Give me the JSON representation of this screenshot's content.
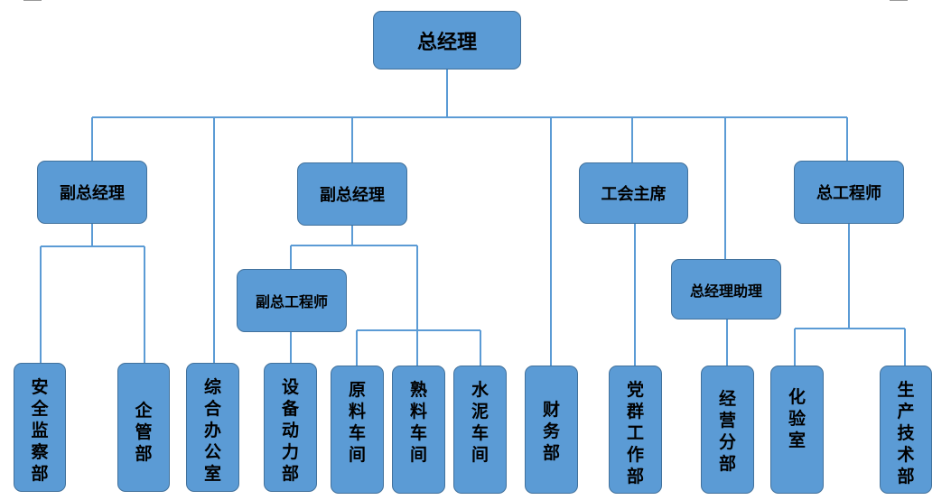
{
  "chart_data": {
    "type": "org-chart",
    "root": "总经理",
    "level1": [
      "副总经理",
      "副总经理",
      "工会主席",
      "总工程师",
      "总经理助理"
    ],
    "level2": [
      "副总工程师"
    ],
    "departments": [
      "安全监察部",
      "企管部",
      "综合办公室",
      "设备动力部",
      "原料车间",
      "熟料车间",
      "水泥车间",
      "财务部",
      "党群工作部",
      "经营分部",
      "化验室",
      "生产技术部"
    ]
  },
  "colors": {
    "box": "#5b9bd5",
    "border": "#41719c",
    "line": "#5b9bd5"
  },
  "nodes": {
    "ceo": "总经理",
    "vp1": "副总经理",
    "vp2": "副总经理",
    "union": "工会主席",
    "chief_engineer": "总工程师",
    "ceo_assistant": "总经理助理",
    "deputy_chief_engineer": "副总工程师",
    "safety": "安全监察部",
    "management": "企管部",
    "admin": "综合办公室",
    "equipment": "设备动力部",
    "raw_material": "原料车间",
    "clinker": "熟料车间",
    "cement": "水泥车间",
    "finance": "财务部",
    "party": "党群工作部",
    "sales": "经营分部",
    "lab": "化验室",
    "production_tech": "生产技术部"
  }
}
